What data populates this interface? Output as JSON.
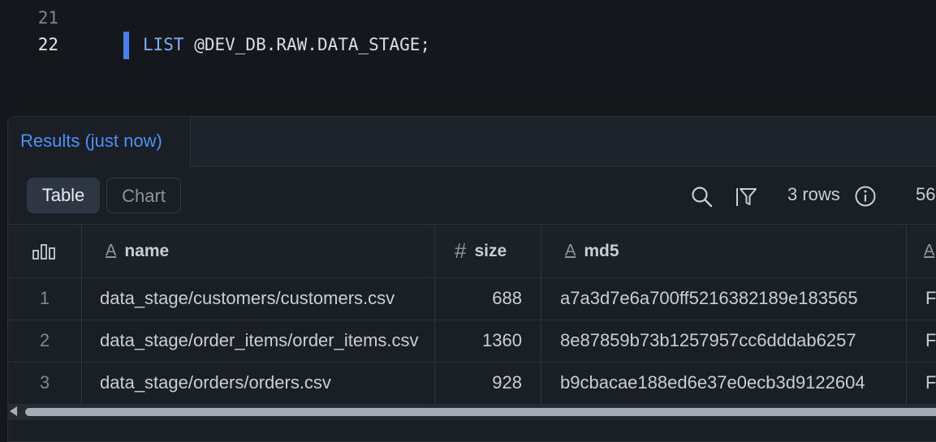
{
  "editor": {
    "lines": [
      {
        "number": "21",
        "text": ""
      },
      {
        "number": "22",
        "keyword": "LIST",
        "rest": " @DEV_DB.RAW.DATA_STAGE;"
      }
    ]
  },
  "results": {
    "tab_label": "Results (just now)",
    "view_buttons": {
      "table": "Table",
      "chart": "Chart"
    },
    "rows_label": "3 rows",
    "truncated_text": "56",
    "columns": [
      {
        "type_icon": "A",
        "name": "name"
      },
      {
        "type_icon": "#",
        "name": "size"
      },
      {
        "type_icon": "A",
        "name": "md5"
      }
    ],
    "rows": [
      {
        "index": "1",
        "name": "data_stage/customers/customers.csv",
        "size": "688",
        "md5": "a7a3d7e6a700ff5216382189e183565",
        "next": "F"
      },
      {
        "index": "2",
        "name": "data_stage/order_items/order_items.csv",
        "size": "1360",
        "md5": "8e87859b73b1257957cc6dddab6257",
        "next": "F"
      },
      {
        "index": "3",
        "name": "data_stage/orders/orders.csv",
        "size": "928",
        "md5": "b9cbacae188ed6e37e0ecb3d9122604",
        "next": "F"
      }
    ]
  },
  "colors": {
    "accent": "#4f90ff",
    "background": "#14171c",
    "panel": "#1a1e25"
  }
}
